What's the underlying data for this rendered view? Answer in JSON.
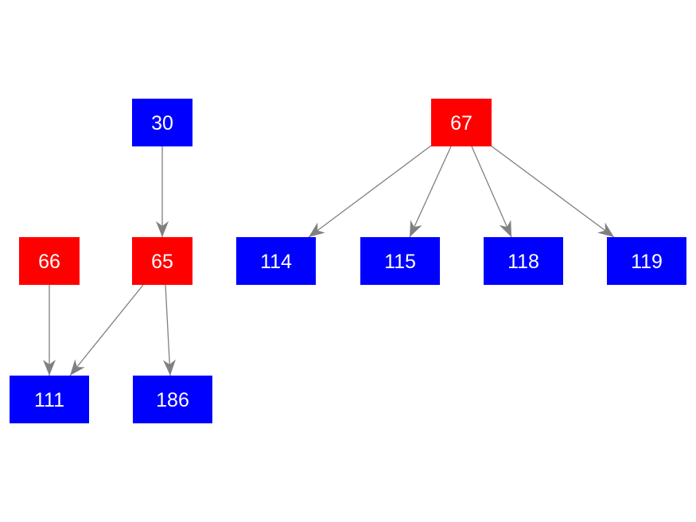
{
  "colors": {
    "red": "#ff0000",
    "blue": "#0000ff",
    "edge": "#808080",
    "label": "#ffffff"
  },
  "nodes": [
    {
      "id": "n30",
      "label": "30",
      "color": "blue"
    },
    {
      "id": "n67",
      "label": "67",
      "color": "red"
    },
    {
      "id": "n66",
      "label": "66",
      "color": "red"
    },
    {
      "id": "n65",
      "label": "65",
      "color": "red"
    },
    {
      "id": "n114",
      "label": "114",
      "color": "blue"
    },
    {
      "id": "n115",
      "label": "115",
      "color": "blue"
    },
    {
      "id": "n118",
      "label": "118",
      "color": "blue"
    },
    {
      "id": "n119",
      "label": "119",
      "color": "blue"
    },
    {
      "id": "n111",
      "label": "111",
      "color": "blue"
    },
    {
      "id": "n186",
      "label": "186",
      "color": "blue"
    }
  ],
  "edges": [
    {
      "from": "n30",
      "to": "n65"
    },
    {
      "from": "n66",
      "to": "n111"
    },
    {
      "from": "n65",
      "to": "n111"
    },
    {
      "from": "n65",
      "to": "n186"
    },
    {
      "from": "n67",
      "to": "n114"
    },
    {
      "from": "n67",
      "to": "n115"
    },
    {
      "from": "n67",
      "to": "n118"
    },
    {
      "from": "n67",
      "to": "n119"
    }
  ]
}
